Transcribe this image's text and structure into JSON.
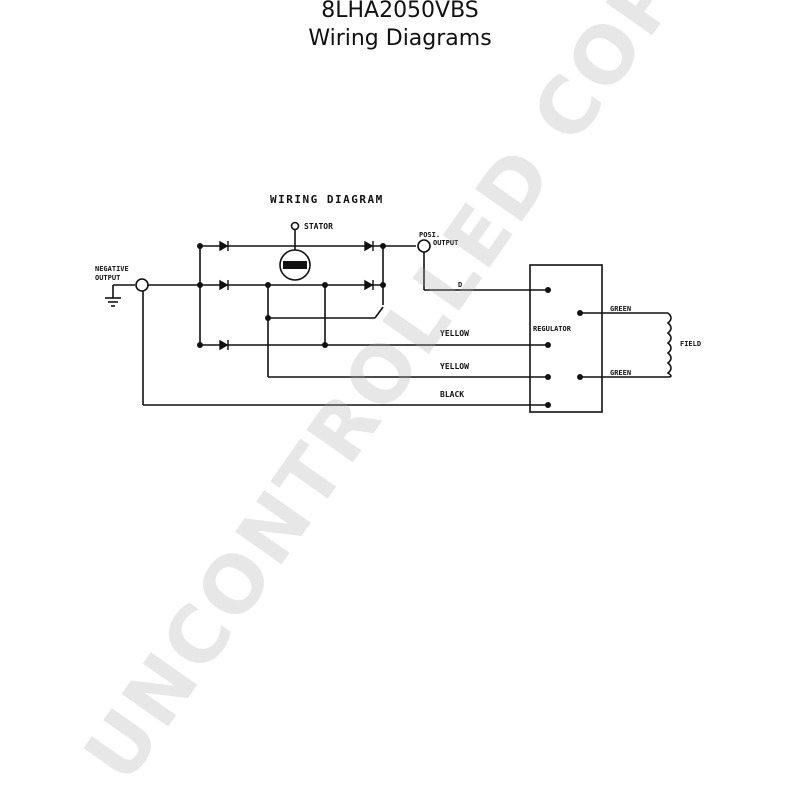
{
  "header": {
    "model": "8LHA2050VBS",
    "subtitle": "Wiring Diagrams"
  },
  "diagram": {
    "title": "WIRING DIAGRAM",
    "labels": {
      "stator": "STATOR",
      "positive": "POSI.",
      "output": "OUTPUT",
      "negative": "NEGATIVE",
      "negative_output": "OUTPUT",
      "red": "D",
      "yellow_1": "YELLOW",
      "yellow_2": "YELLOW",
      "black": "BLACK",
      "regulator": "REGULATOR",
      "green_top": "GREEN",
      "green_bottom": "GREEN",
      "field": "FIELD"
    }
  },
  "watermark": {
    "text": "UNCONTROLLED COPY"
  },
  "colors": {
    "ink": "#111111",
    "watermark": "#aaaaaa"
  }
}
